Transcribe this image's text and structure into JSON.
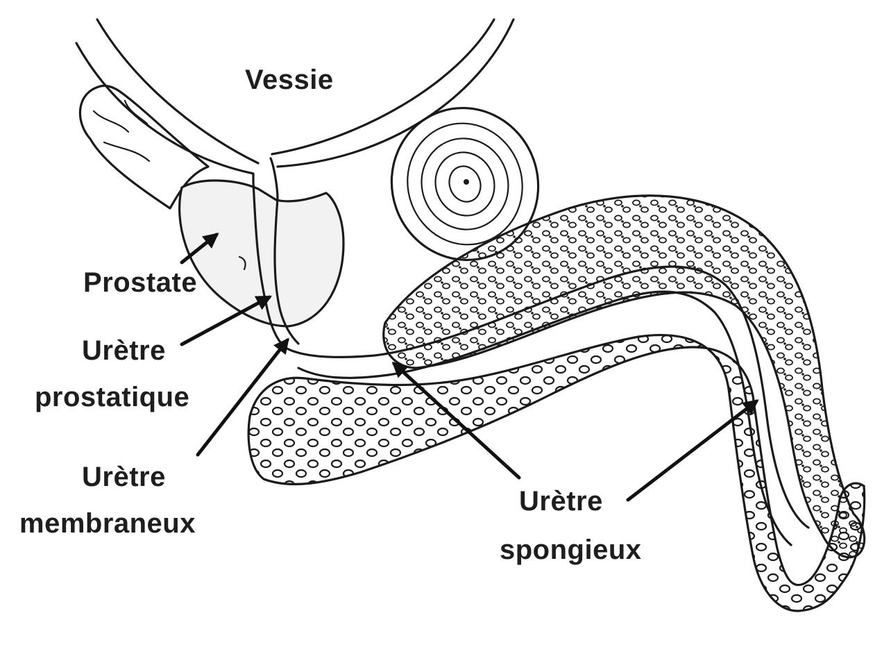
{
  "labels": {
    "vessie": "Vessie",
    "prostate": "Prostate",
    "uretre_prostatique_1": "Urètre",
    "uretre_prostatique_2": "prostatique",
    "uretre_membraneux_1": "Urètre",
    "uretre_membraneux_2": "membraneux",
    "uretre_spongieux_1": "Urètre",
    "uretre_spongieux_2": "spongieux"
  },
  "colors": {
    "ink": "#1a1a1a",
    "background": "#ffffff",
    "prostate_fill": "#f2f2f2"
  }
}
